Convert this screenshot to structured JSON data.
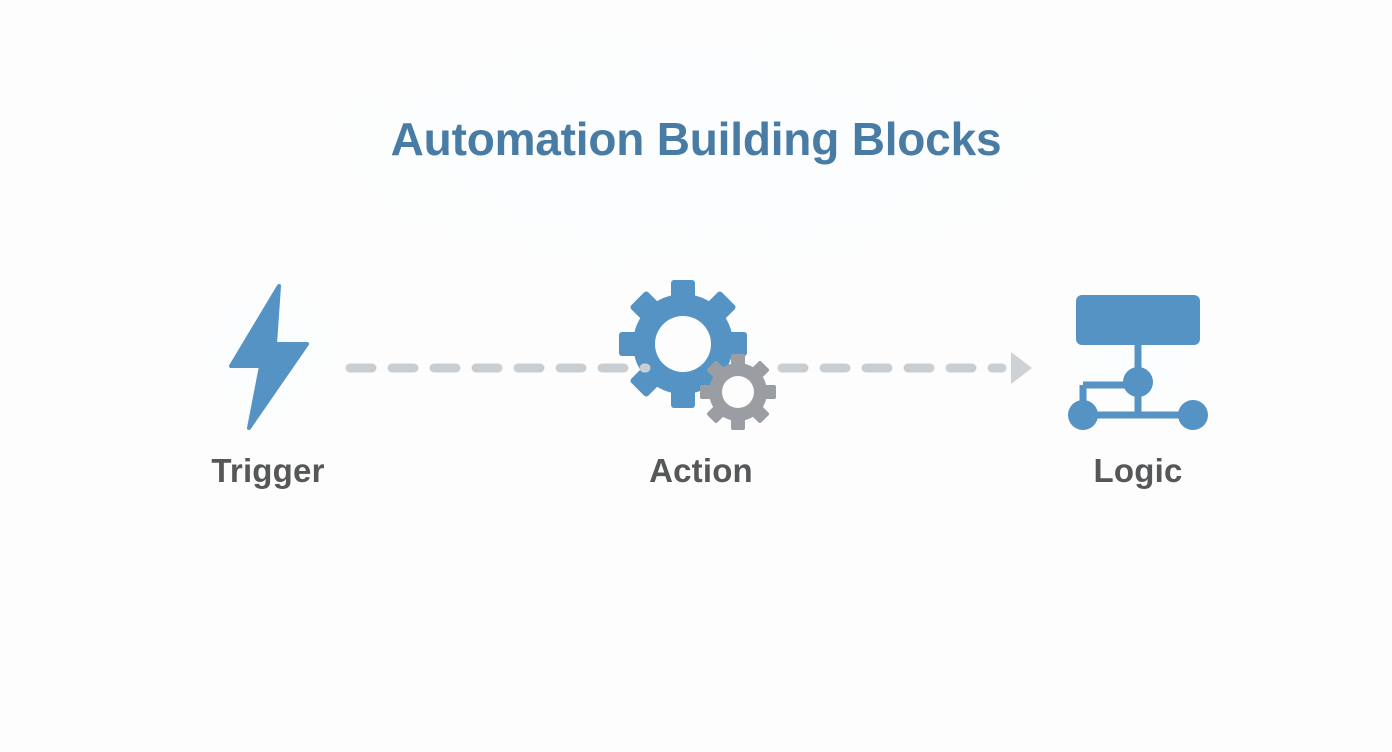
{
  "page": {
    "title": "Automation Building Blocks",
    "background_color": "#fdfdfd"
  },
  "theme": {
    "title_color": "#487ca4",
    "accent_blue": "#5493c4",
    "secondary_gray": "#9a9ea3",
    "label_color": "#555759",
    "connector_color": "#c9ced3"
  },
  "diagram": {
    "type": "flow",
    "orientation": "horizontal",
    "blocks": [
      {
        "id": "trigger",
        "label": "Trigger",
        "icon": "lightning-bolt-icon",
        "icon_color": "#5493c4"
      },
      {
        "id": "action",
        "label": "Action",
        "icon": "gears-icon",
        "icon_color": "#5493c4",
        "secondary_icon_color": "#9a9ea3"
      },
      {
        "id": "logic",
        "label": "Logic",
        "icon": "hierarchy-sitemap-icon",
        "icon_color": "#5493c4"
      }
    ],
    "connectors": [
      {
        "id": "trigger-to-action",
        "from": "trigger",
        "to": "action",
        "style": "dashed",
        "arrowhead": false,
        "color": "#c9ced3"
      },
      {
        "id": "action-to-logic",
        "from": "action",
        "to": "logic",
        "style": "dashed",
        "arrowhead": true,
        "color": "#c9ced3"
      }
    ]
  }
}
